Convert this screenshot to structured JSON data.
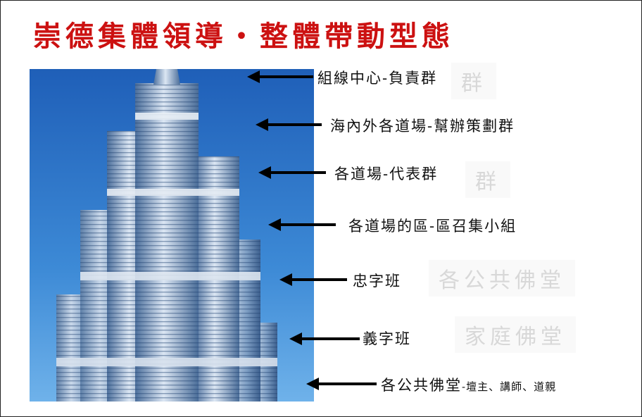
{
  "title": "崇德集體領導・整體帶動型態",
  "levels": [
    {
      "label": "組線中心-負責群"
    },
    {
      "label": "海內外各道場-幫辦策劃群"
    },
    {
      "label": "各道場-代表群"
    },
    {
      "label": "各道場的區-區召集小組"
    },
    {
      "label": "忠字班"
    },
    {
      "label": "義字班"
    },
    {
      "label": "各公共佛堂",
      "suffix": "-壇主、講師、道親"
    }
  ],
  "background_faded_labels": [
    "群",
    "群",
    "各公共佛堂",
    "家庭佛堂"
  ],
  "colors": {
    "title": "#cc1111",
    "arrow": "#000000",
    "sky": "#2a6fc4"
  }
}
